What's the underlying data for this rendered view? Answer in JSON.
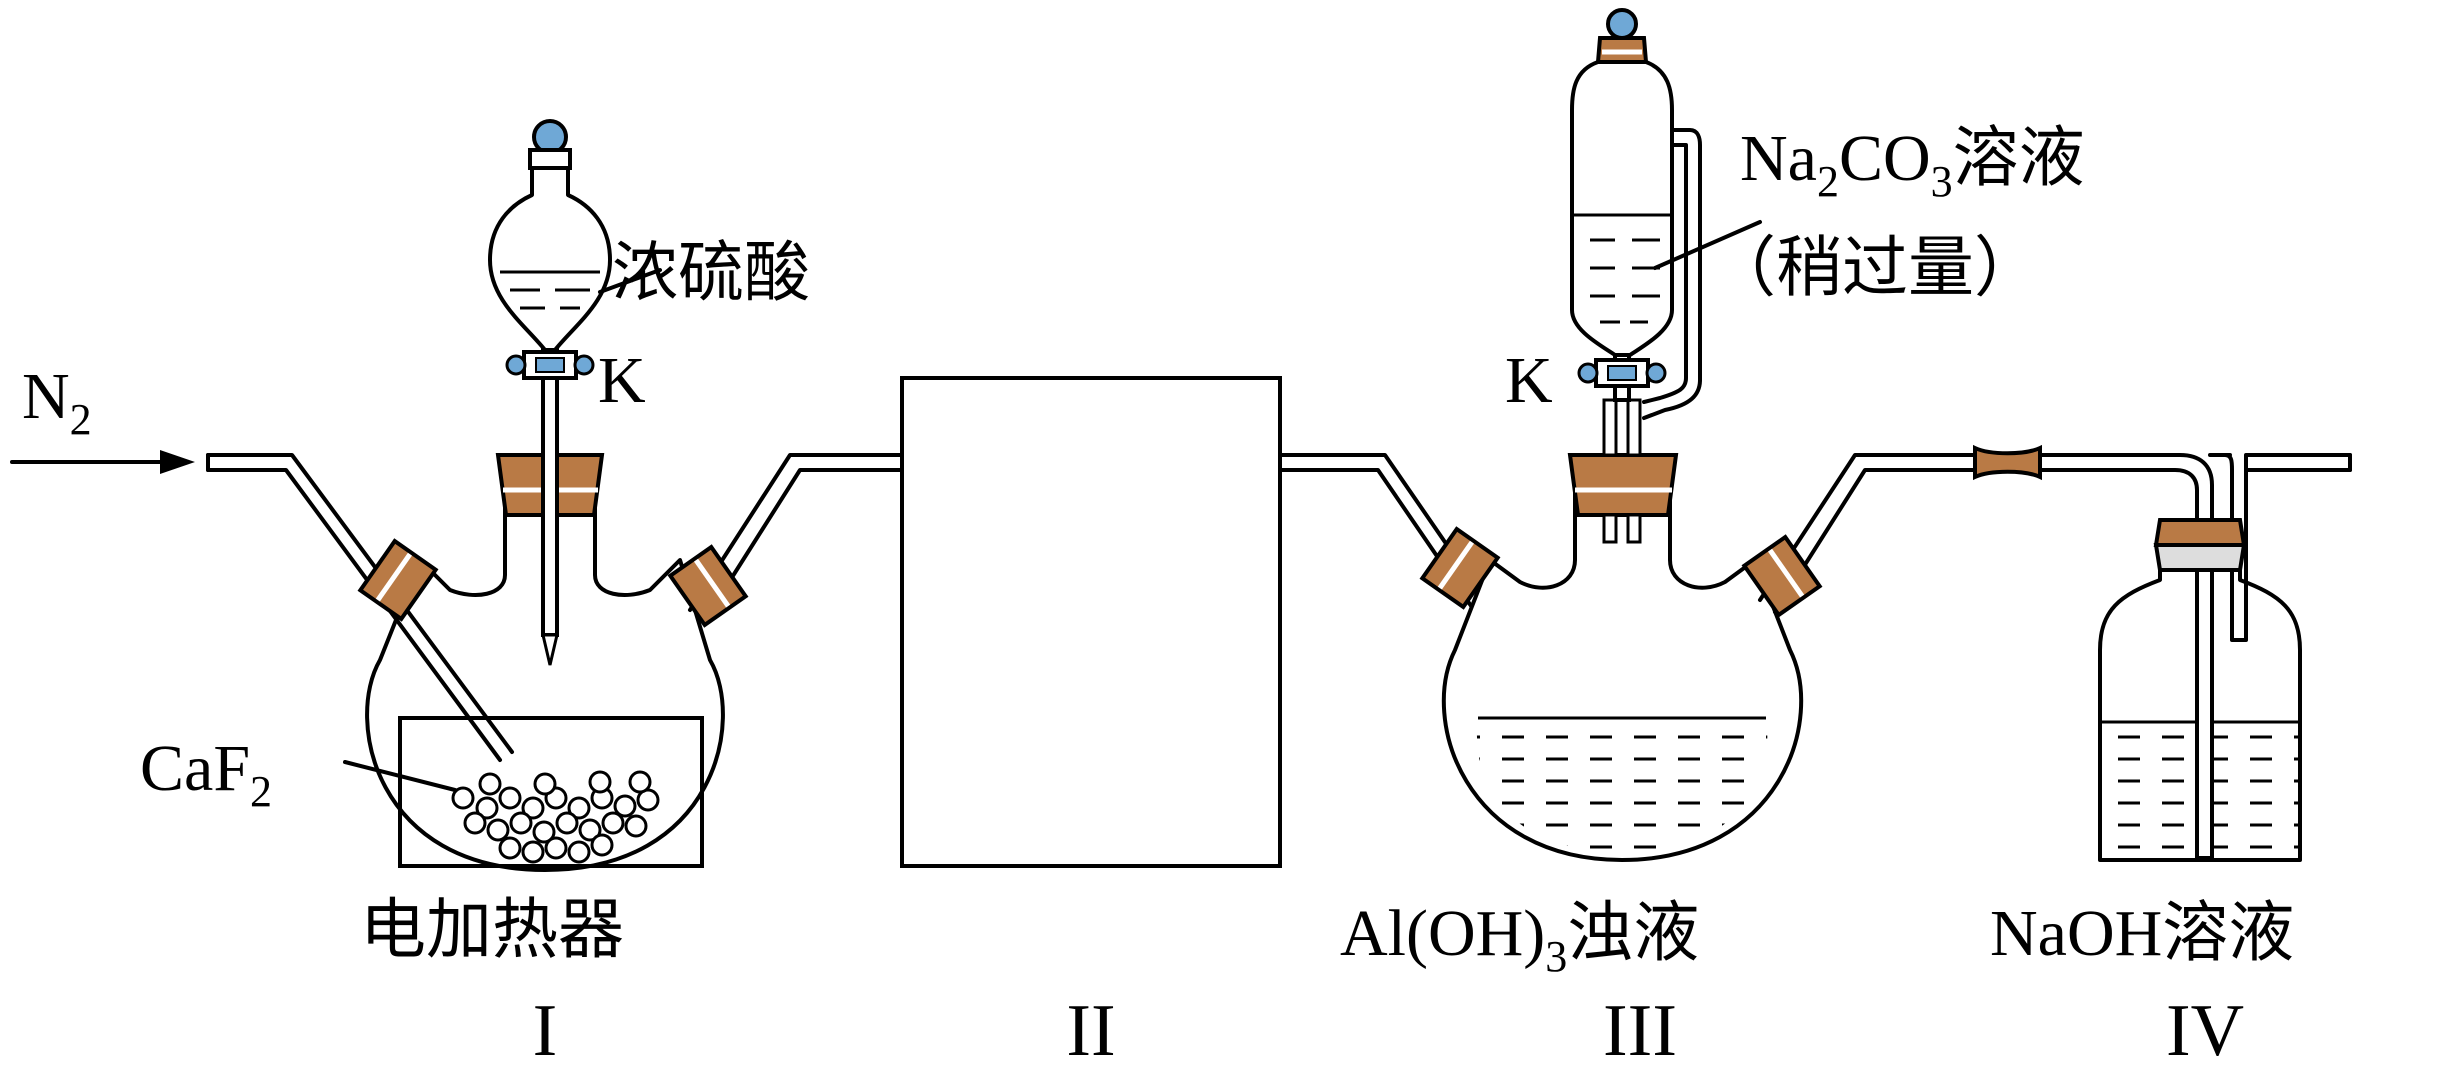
{
  "labels": {
    "n2": "N",
    "n2_sub": "2",
    "conc_h2so4": "浓硫酸",
    "valve_k1": "K",
    "caf2": "CaF",
    "caf2_sub": "2",
    "heater": "电加热器",
    "na2co3_a": "Na",
    "na2co3_sub1": "2",
    "na2co3_b": "CO",
    "na2co3_sub2": "3",
    "na2co3_c": "溶液",
    "excess": "（稍过量）",
    "valve_k2": "K",
    "aloh3_a": "Al(OH)",
    "aloh3_sub": "3",
    "aloh3_b": "浊液",
    "naoh": "NaOH溶液"
  },
  "units": {
    "u1": "I",
    "u2": "II",
    "u3": "III",
    "u4": "IV"
  },
  "colors": {
    "cork": "#b97a45",
    "stopper_knob": "#6fa8d6",
    "valve_blue": "#6fa8d6"
  }
}
